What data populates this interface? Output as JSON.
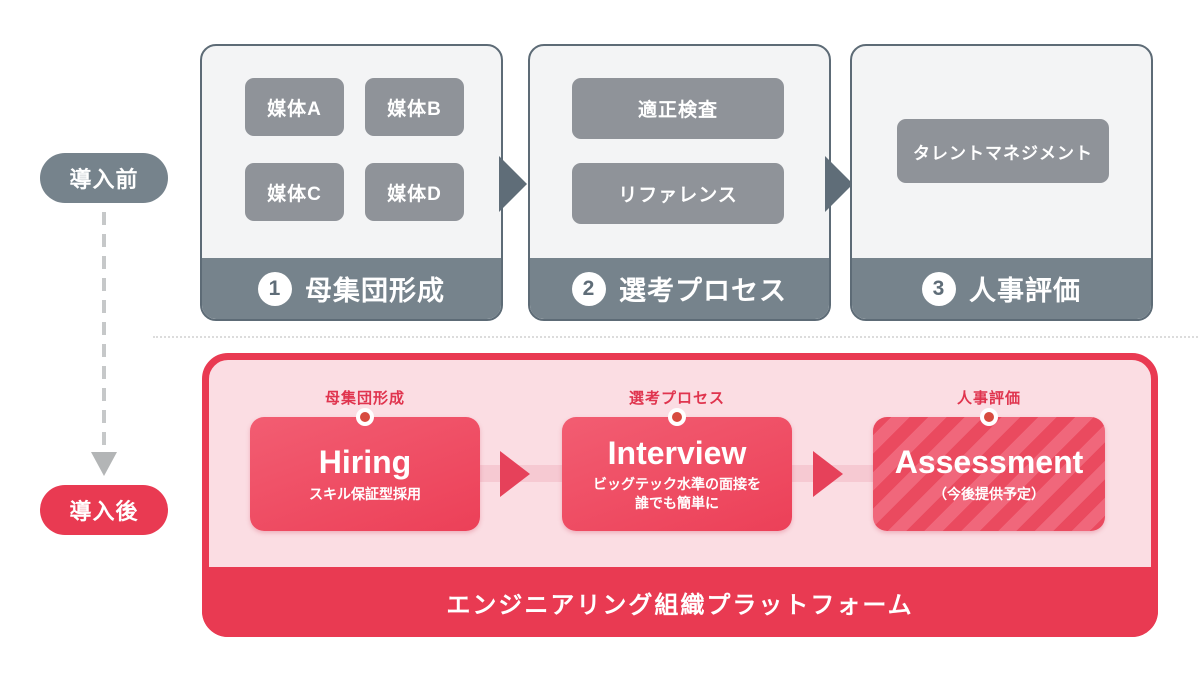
{
  "colors": {
    "slate": "#76838c",
    "slate_dark": "#5d6b76",
    "gray_chip": "#8f9399",
    "accent_red": "#e93a52",
    "box_red": "#ee4d63",
    "pink_bg": "#fbdde3",
    "label_red": "#e0344e",
    "pin_dot": "#d74b3f",
    "card_bg": "#f3f4f5"
  },
  "before": {
    "label": "導入前",
    "cards": [
      {
        "number": "1",
        "title": "母集団形成",
        "items": [
          "媒体A",
          "媒体B",
          "媒体C",
          "媒体D"
        ]
      },
      {
        "number": "2",
        "title": "選考プロセス",
        "items": [
          "適正検査",
          "リファレンス"
        ]
      },
      {
        "number": "3",
        "title": "人事評価",
        "items": [
          "タレントマネジメント"
        ]
      }
    ]
  },
  "after": {
    "label": "導入後",
    "steps": [
      {
        "category": "母集団形成",
        "title": "Hiring",
        "subtitle_lines": [
          "スキル保証型採用"
        ]
      },
      {
        "category": "選考プロセス",
        "title": "Interview",
        "subtitle_lines": [
          "ビッグテック水準の面接を",
          "誰でも簡単に"
        ]
      },
      {
        "category": "人事評価",
        "title": "Assessment",
        "subtitle_lines": [
          "（今後提供予定）"
        ]
      }
    ],
    "platform_label": "エンジニアリング組織プラットフォーム"
  }
}
